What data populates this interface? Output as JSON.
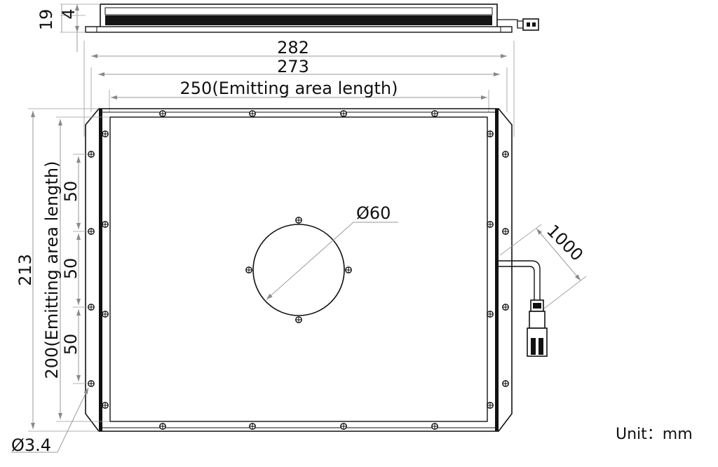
{
  "dimensions": {
    "side_height": "19",
    "side_lip": "4",
    "overall_width": "282",
    "body_width": "273",
    "emit_length": "250(Emitting area length)",
    "overall_height": "213",
    "emit_height": "200(Emitting area length)",
    "pitch_1": "50",
    "pitch_2": "50",
    "pitch_3": "50",
    "hole_dia": "Ø60",
    "cable_len": "1000",
    "screw_dia": "Ø3.4"
  },
  "unit_label": "Unit：mm",
  "colors": {
    "line": "#111111",
    "dimension": "#9a9a9a",
    "background": "#ffffff"
  }
}
